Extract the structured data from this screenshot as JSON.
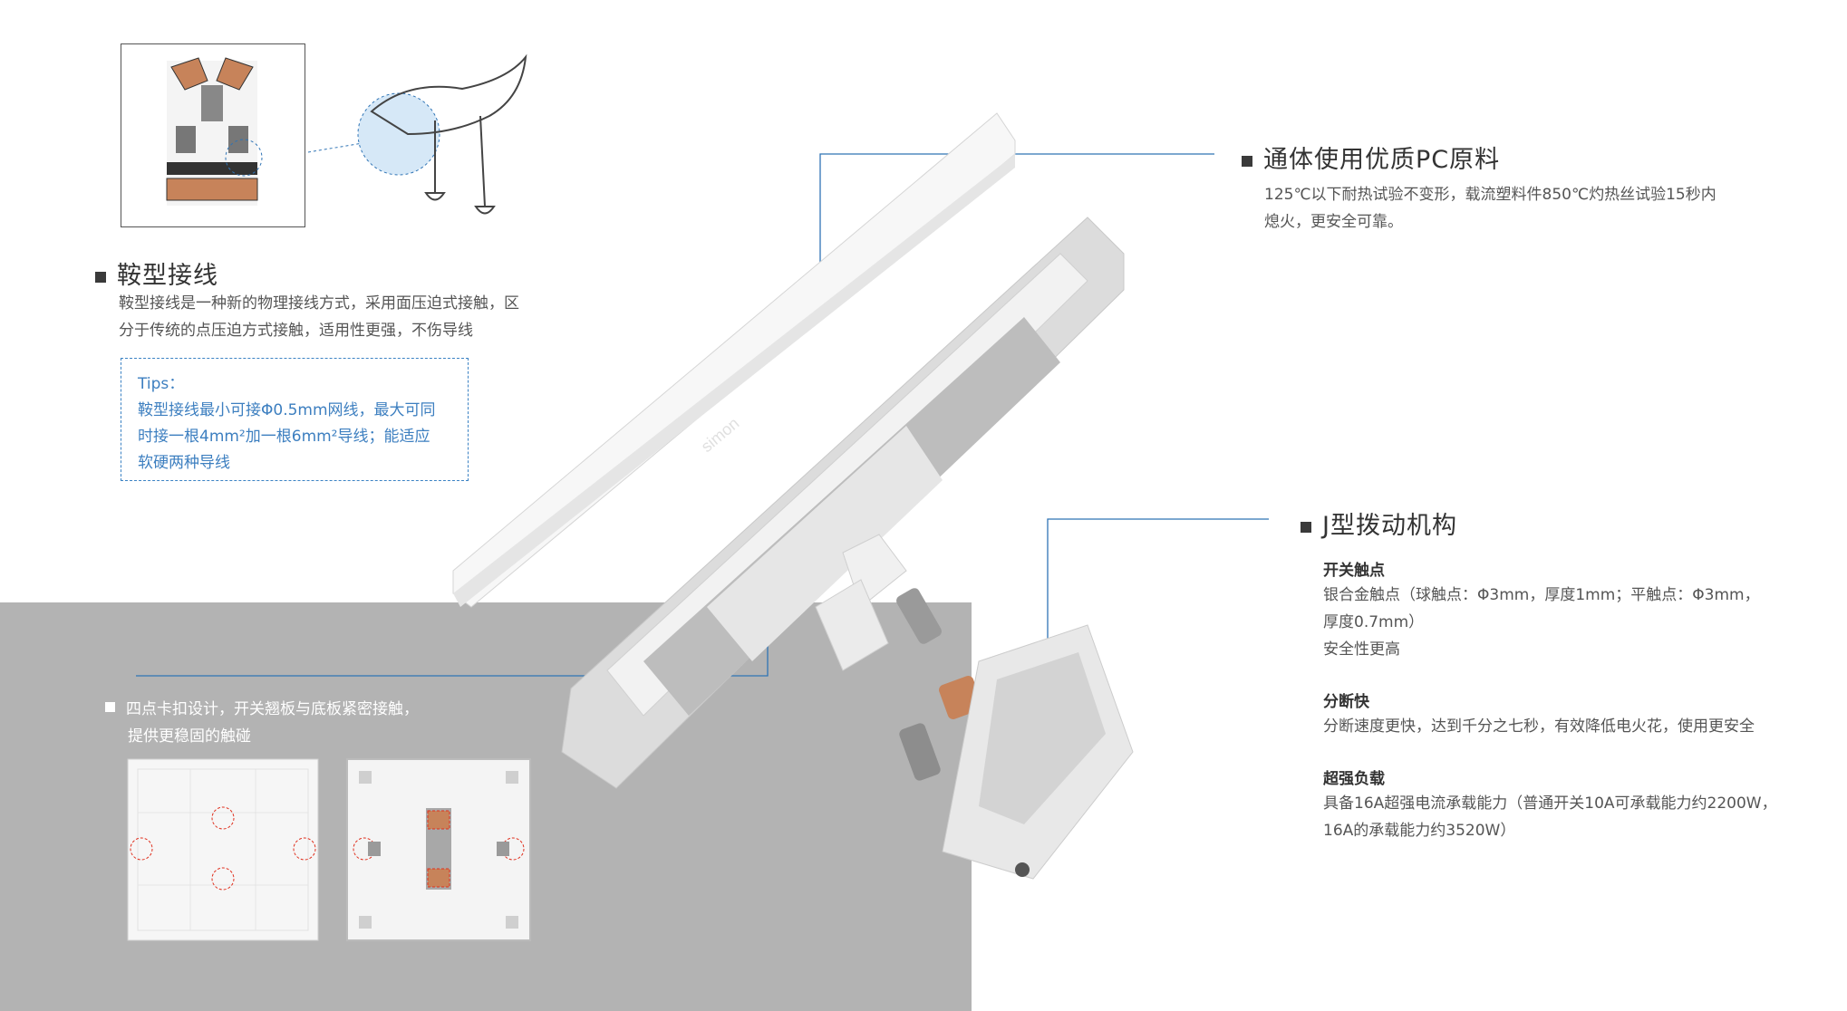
{
  "saddle_section": {
    "title": "鞍型接线",
    "desc_line1": "鞍型接线是一种新的物理接线方式，采用面压迫式接触，区",
    "desc_line2": "分于传统的点压迫方式接触，适用性更强，不伤导线",
    "tips_label": "Tips：",
    "tips_line1": "鞍型接线最小可接Φ0.5mm网线，最大可同",
    "tips_line2": "时接一根4mm²加一根6mm²导线；能适应",
    "tips_line3": "软硬两种导线"
  },
  "pc_section": {
    "title": "通体使用优质PC原料",
    "desc_line1": "125℃以下耐热试验不变形，载流塑料件850℃灼热丝试验15秒内",
    "desc_line2": "熄火，更安全可靠。"
  },
  "j_section": {
    "title": "J型拨动机构",
    "contact_title": "开关触点",
    "contact_line1": "银合金触点（球触点：Φ3mm，厚度1mm；平触点：Φ3mm，",
    "contact_line2": "厚度0.7mm）",
    "contact_line3": "安全性更高",
    "break_title": "分断快",
    "break_line1": "分断速度更快，达到千分之七秒，有效降低电火花，使用更安全",
    "load_title": "超强负载",
    "load_line1": "具备16A超强电流承载能力（普通开关10A可承载能力约2200W，",
    "load_line2": "16A的承载能力约3520W）"
  },
  "clip_section": {
    "line1": "四点卡扣设计，开关翘板与底板紧密接触，",
    "line2": "提供更稳固的触碰"
  },
  "product_logo": "simon",
  "colors": {
    "accent_blue": "#2f74b5",
    "gray_band": "#b3b3b3",
    "copper": "#c7835a"
  }
}
